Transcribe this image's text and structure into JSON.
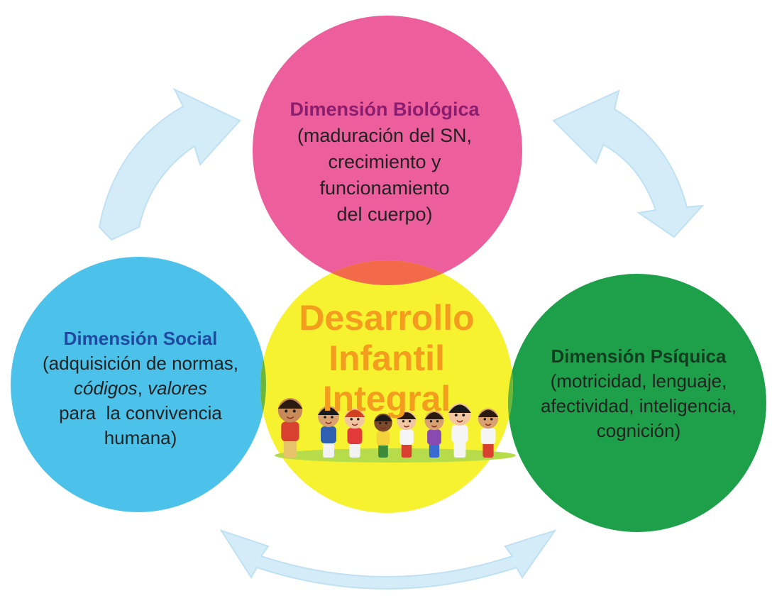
{
  "colors": {
    "arrow": "#d4ecf8",
    "arrow_edge": "#bfe1f2",
    "biologica": "#ec5f9c",
    "social": "#4cc2ea",
    "psiquica": "#1ea04a",
    "center": "#f6f230",
    "overlap_bio_center": "#f26a4a",
    "overlap_side_center": "#6bb63a",
    "bio_title": "#8b1d6f",
    "social_title": "#1f4aa0",
    "psi_title": "#123d20",
    "center_text": "#f39c1d",
    "ground": "#b6dc4c"
  },
  "biologica": {
    "title": "Dimensión Biológica",
    "lines": [
      "(maduración del SN,",
      "crecimiento y",
      "funcionamiento",
      "del cuerpo)"
    ]
  },
  "social": {
    "title": "Dimensión Social",
    "line1": "(adquisición de normas,",
    "line2a": "códigos",
    "line2sep": ", ",
    "line2b": "valores",
    "line3": "para  la convivencia",
    "line4": "humana)"
  },
  "psiquica": {
    "title": "Dimensión Psíquica",
    "lines": [
      "(motricidad, lenguaje,",
      "afectividad, inteligencia,",
      "cognición)"
    ]
  },
  "center": {
    "lines": [
      "Desarrollo",
      "Infantil",
      "Integral"
    ]
  },
  "children": [
    {
      "skin": "#c98a5a",
      "hair": "#2b1a10",
      "shirt": "#d8412f",
      "pants": "#e9c36a"
    },
    {
      "skin": "#d9a070",
      "hair": "#1a1a1a",
      "shirt": "#2e5fb0",
      "pants": "#f2f2f2"
    },
    {
      "skin": "#f1c6a0",
      "hair": "#d3401f",
      "shirt": "#e23a3a",
      "pants": "#f2f2f2"
    },
    {
      "skin": "#7a4a2a",
      "hair": "#1a1a1a",
      "shirt": "#f3d23a",
      "pants": "#3a8a3a"
    },
    {
      "skin": "#f1c6a0",
      "hair": "#2b1a10",
      "shirt": "#f5f5f5",
      "pants": "#d8412f"
    },
    {
      "skin": "#d9a070",
      "hair": "#2b1a10",
      "shirt": "#8a4bb0",
      "pants": "#3a6bd0"
    },
    {
      "skin": "#f1c6a0",
      "hair": "#1a1a1a",
      "shirt": "#f5f5f5",
      "pants": "#f5f5f5"
    },
    {
      "skin": "#d9a070",
      "hair": "#2b1a10",
      "shirt": "#f5f5f5",
      "pants": "#d8412f"
    }
  ]
}
